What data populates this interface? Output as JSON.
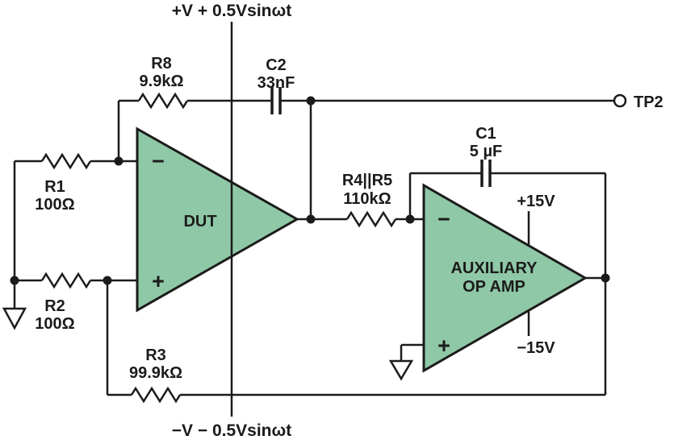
{
  "diagram": {
    "supply_top": "+V + 0.5Vsinωt",
    "supply_bottom": "−V − 0.5Vsinωt",
    "components": {
      "r1": {
        "name": "R1",
        "value": "100Ω"
      },
      "r2": {
        "name": "R2",
        "value": "100Ω"
      },
      "r3": {
        "name": "R3",
        "value": "99.9kΩ"
      },
      "r8": {
        "name": "R8",
        "value": "9.9kΩ"
      },
      "r4r5": {
        "name": "R4||R5",
        "value": "110kΩ"
      },
      "c1": {
        "name": "C1",
        "value": "5 µF"
      },
      "c2": {
        "name": "C2",
        "value": "33nF"
      }
    },
    "dut": {
      "label": "DUT",
      "minus": "−",
      "plus": "+"
    },
    "aux": {
      "label_line1": "AUXILIARY",
      "label_line2": "OP AMP",
      "minus": "−",
      "plus": "+",
      "supply_pos": "+15V",
      "supply_neg": "−15V"
    },
    "testpoint": {
      "label": "TP2"
    },
    "colors": {
      "opamp_fill": "#8FC8A6",
      "line": "#1B1B1B",
      "background": "#FFFFFF"
    }
  }
}
